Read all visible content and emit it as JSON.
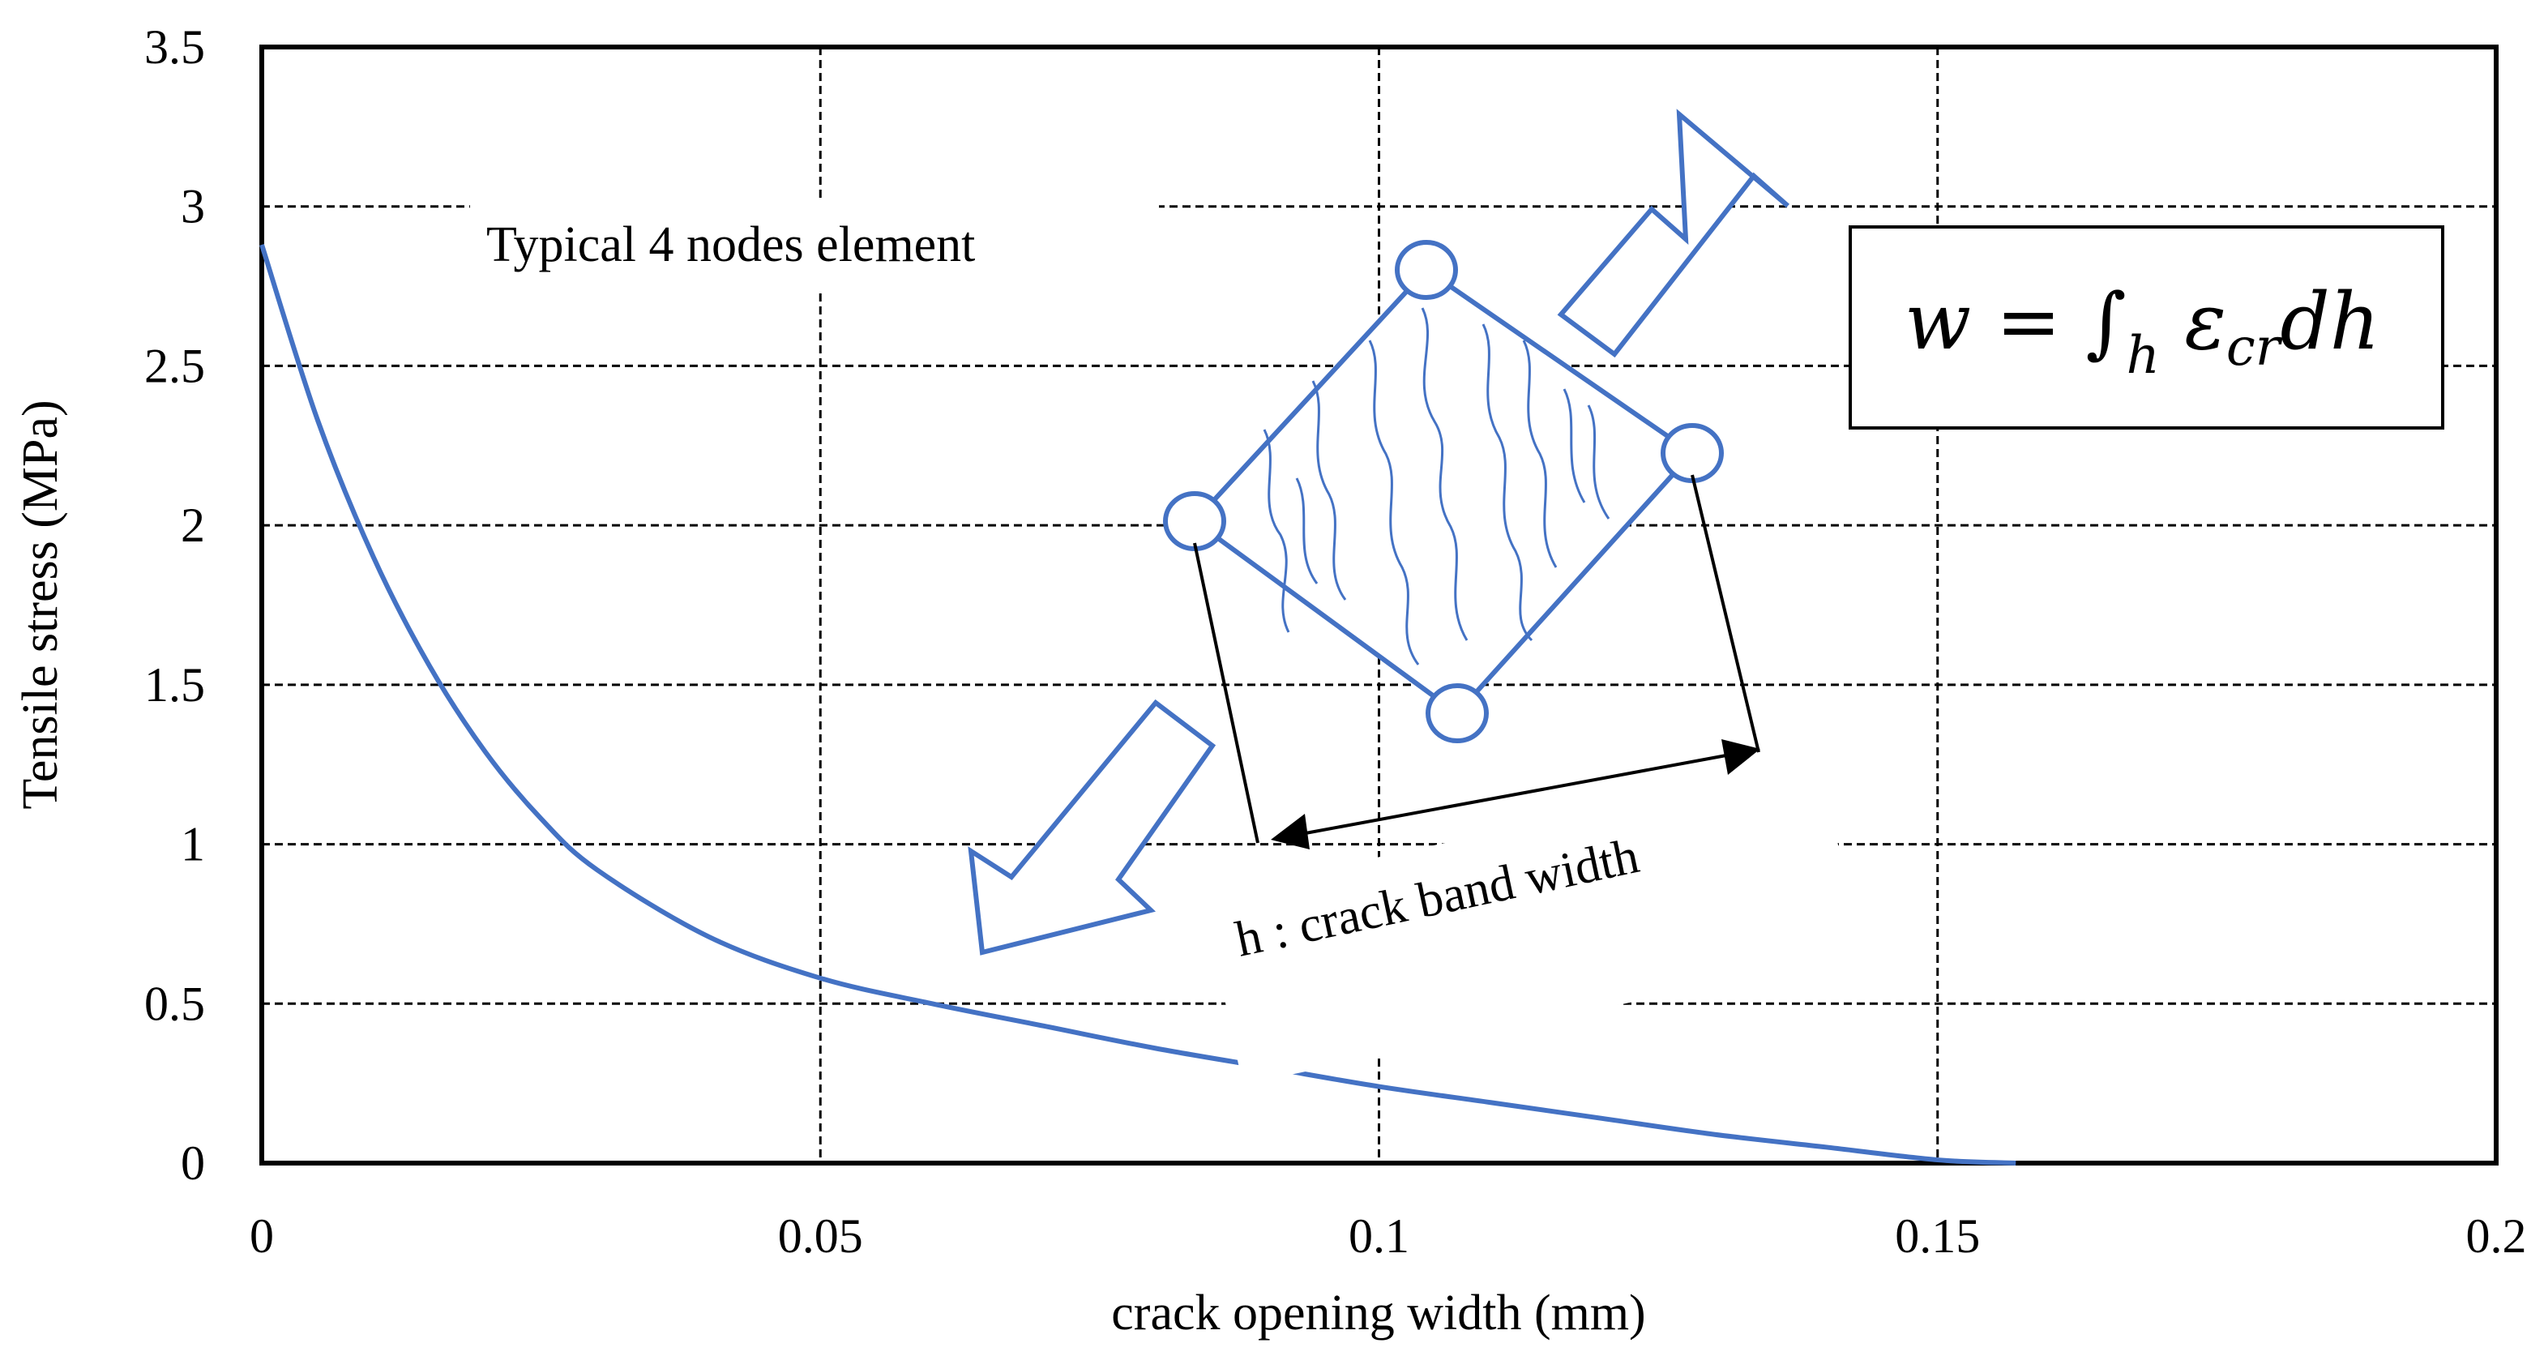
{
  "chart_data": {
    "type": "line",
    "xlabel": "crack opening width (mm)",
    "ylabel": "Tensile stress (MPa)",
    "xlim": [
      0,
      0.2
    ],
    "ylim": [
      0,
      3.5
    ],
    "x_ticks": [
      "0",
      "0.05",
      "0.1",
      "0.15",
      "0.2"
    ],
    "y_ticks": [
      "0",
      "0.5",
      "1",
      "1.5",
      "2",
      "2.5",
      "3",
      "3.5"
    ],
    "grid": true,
    "series": [
      {
        "color": "#4472C4",
        "x": [
          0,
          0.005,
          0.01,
          0.015,
          0.02,
          0.025,
          0.03,
          0.04,
          0.05,
          0.06,
          0.07,
          0.08,
          0.09,
          0.1,
          0.11,
          0.12,
          0.13,
          0.14,
          0.15,
          0.157
        ],
        "y": [
          2.88,
          2.33,
          1.9,
          1.56,
          1.29,
          1.08,
          0.92,
          0.71,
          0.58,
          0.5,
          0.43,
          0.36,
          0.3,
          0.24,
          0.19,
          0.14,
          0.09,
          0.05,
          0.01,
          0.0
        ]
      }
    ],
    "annotations": {
      "element_label": "Typical 4 nodes element",
      "band_label": "h :  crack band width",
      "formula_w": "w",
      "formula_eq": " = ∫",
      "formula_sub_h": "h",
      "formula_eps": " ε",
      "formula_sub_cr": "cr",
      "formula_dh": "dh"
    }
  },
  "colors": {
    "curve": "#4472C4",
    "element": "#4472C4",
    "arrow": "#4472C4",
    "axis": "#000000",
    "grid": "#000000"
  }
}
